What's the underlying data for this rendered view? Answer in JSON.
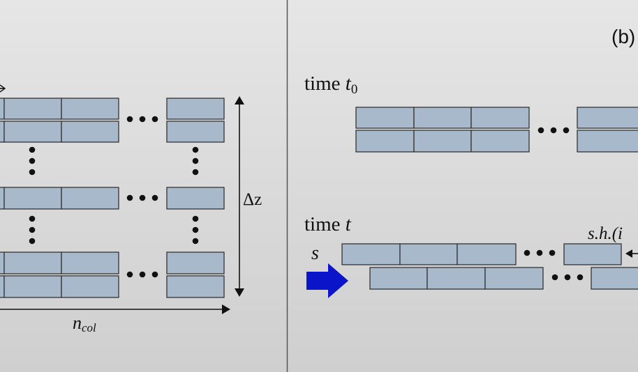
{
  "panel_b_label": "(b)",
  "left_panel": {
    "delta_z_label": "Δz",
    "n_col_label": "n",
    "n_col_subscript": "col"
  },
  "right_panel": {
    "time0_label": "time ",
    "time0_var": "t",
    "time0_sub": "0",
    "time_label": "time ",
    "time_var": "t",
    "s_label": "s",
    "sh_label": "s.h.(i"
  },
  "colors": {
    "brick_fill": "#a9b9cc",
    "arrow_blue": "#0a14c8",
    "divider": "#555555"
  }
}
